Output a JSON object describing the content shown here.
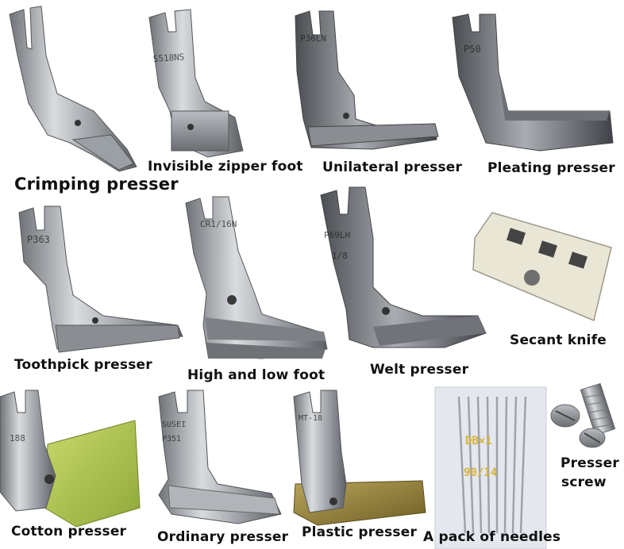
{
  "labels": {
    "crimping": "Crimping presser",
    "invisible_zipper": "Invisible zipper foot",
    "unilateral": "Unilateral presser",
    "pleating": "Pleating presser",
    "toothpick": "Toothpick presser",
    "high_low": "High and low foot",
    "welt": "Welt presser",
    "secant_knife": "Secant knife",
    "cotton": "Cotton presser",
    "ordinary": "Ordinary presser",
    "plastic": "Plastic presser",
    "needles": "A pack of needles",
    "screw_line1": "Presser",
    "screw_line2": "screw"
  },
  "engravings": {
    "invisible_zipper": "S518NS",
    "unilateral": "P36LN",
    "pleating": "P50",
    "toothpick": "P363",
    "high_low": "CR1/16N",
    "welt_line1": "P69LH",
    "welt_line2": "1/8",
    "cotton": "188",
    "ordinary_line1": "SUSEI",
    "ordinary_line2": "P351",
    "plastic": "MT-18",
    "needles_line1": "DB×1",
    "needles_line2": "90/14"
  }
}
